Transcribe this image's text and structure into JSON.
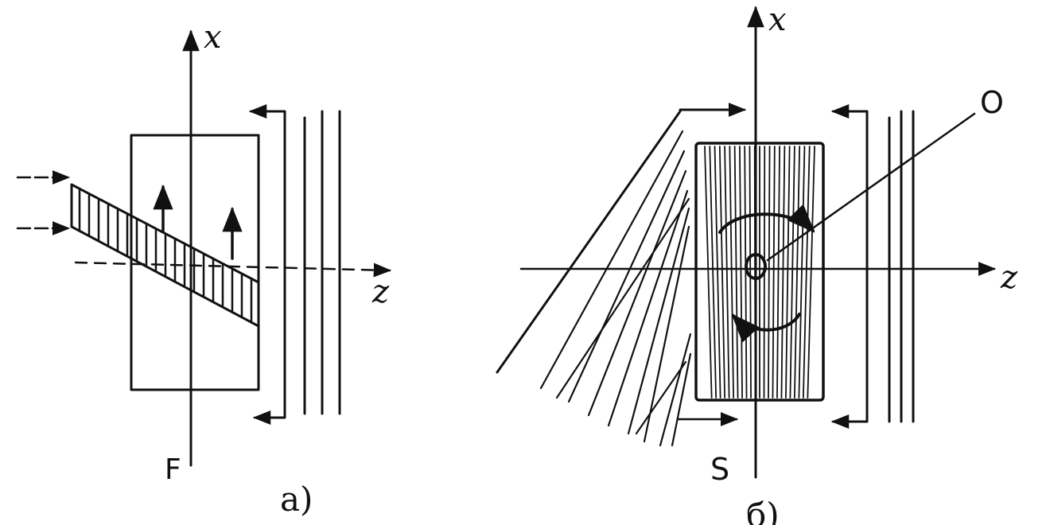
{
  "panel_a": {
    "axis_vertical_label": "x",
    "axis_horizontal_label": "z",
    "object_label": "F",
    "caption": "a)"
  },
  "panel_b": {
    "axis_vertical_label": "x",
    "axis_horizontal_label": "z",
    "center_label": "O",
    "object_label": "S",
    "caption": "б)"
  },
  "colors": {
    "ink": "#111111",
    "background": "#ffffff"
  }
}
